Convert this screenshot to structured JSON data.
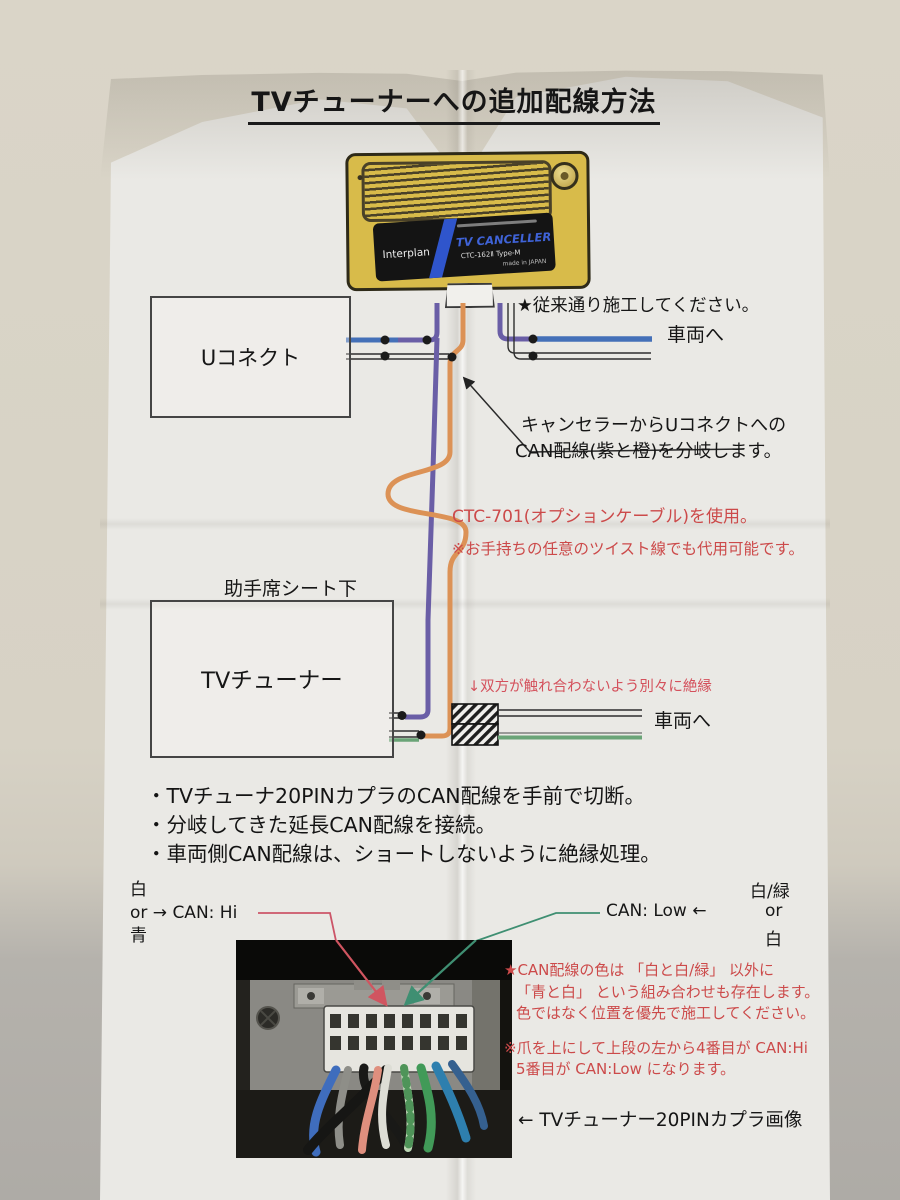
{
  "title": "TVチューナーへの追加配線方法",
  "canceller": {
    "brand": "Interplan",
    "name": "TV CANCELLER",
    "model": "CTC-162Ⅱ Type-M",
    "origin": "made in JAPAN"
  },
  "diagram": {
    "uconnect_label": "Uコネクト",
    "tuner_label": "TVチューナー",
    "tuner_location": "助手席シート下",
    "note_standard": "★従来通り施工してください。",
    "to_vehicle_top": "車両へ",
    "to_vehicle_bottom": "車両へ",
    "branch_note_line1": "キャンセラーからUコネクトへの",
    "branch_note_line2": "CAN配線(紫と橙)を分岐します。",
    "cable_note_line1": "CTC-701(オプションケーブル)を使用。",
    "cable_note_line2": "※お手持ちの任意のツイスト線でも代用可能です。",
    "insulation_note": "↓双方が触れ合わないよう別々に絶縁"
  },
  "steps": [
    "・TVチューナ20PINカプラのCAN配線を手前で切断。",
    "・分岐してきた延長CAN配線を接続。",
    "・車両側CAN配線は、ショートしないように絶縁処理。"
  ],
  "pin_labels": {
    "hi_top": "白",
    "hi_mid": "or → CAN: Hi",
    "hi_bottom": "青",
    "low_top": "白/緑",
    "low_mid": "CAN: Low ←",
    "low_or": "or",
    "low_bottom": "白"
  },
  "warnings": {
    "color_line1": "★CAN配線の色は 「白と白/緑」 以外に",
    "color_line2": "「青と白」 という組み合わせも存在します。",
    "color_line3": "色ではなく位置を優先で施工してください。",
    "pin_line1": "※爪を上にして上段の左から4番目が CAN:Hi",
    "pin_line2": "5番目が CAN:Low になります。"
  },
  "photo_caption": "← TVチューナー20PINカプラ画像",
  "colors": {
    "gold": "#d8bb4a",
    "label-blue": "#3f63d8",
    "wire-purple": "#6a5ea6",
    "wire-orange": "#dc9256",
    "wire-blue": "#4470b8",
    "wire-green": "#6aa477",
    "red-text": "#cc4a4a",
    "pink-leader": "#cc5568",
    "green-leader": "#3f8f72"
  }
}
